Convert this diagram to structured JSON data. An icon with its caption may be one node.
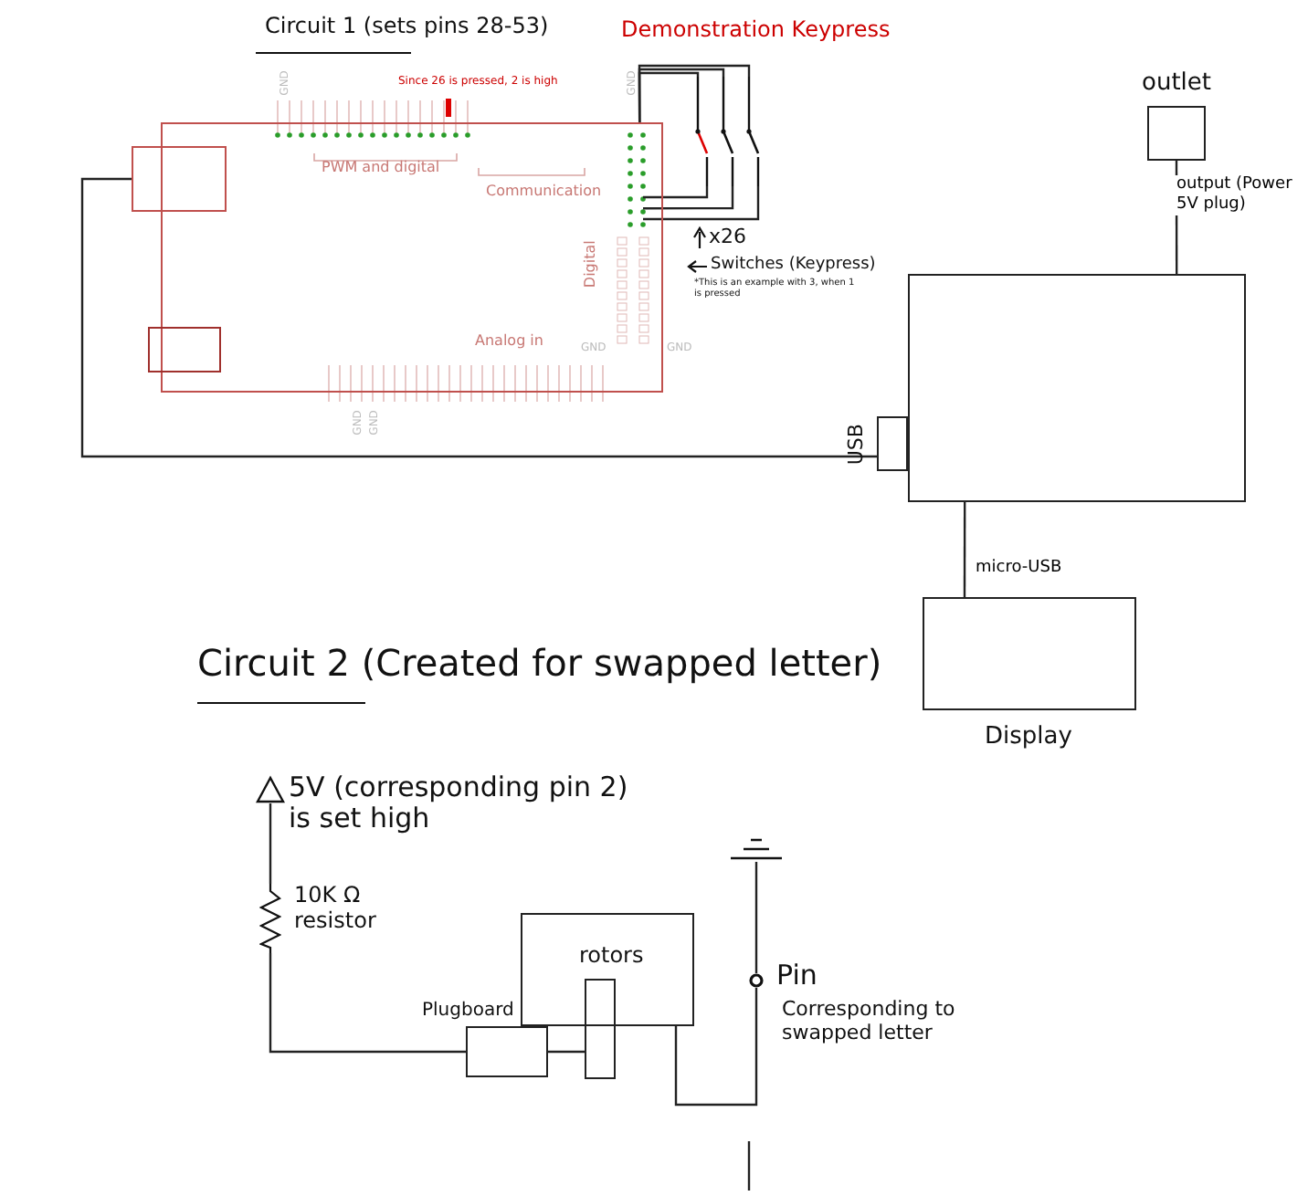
{
  "diagram": {
    "nodes": [
      {
        "text": [],
        "shape": "box"
      },
      {
        "text": [],
        "shape": "box"
      },
      {
        "text": [],
        "shape": "box",
        "in": 0
      },
      {
        "text": [],
        "shape": "switch"
      },
      {
        "text": [],
        "shape": "box"
      },
      {
        "text": [
          "USB"
        ]
      },
      {
        "text": [
          "outlet"
        ]
      },
      {
        "text": [
          "Display"
        ]
      },
      {
        "text": [
          "5V (corresponding pin 2) is set high"
        ]
      },
      {
        "text": [
          "10K Ω resistor"
        ]
      },
      {
        "text": [
          "Plugboard"
        ]
      },
      {
        "text": [
          "rotors"
        ]
      },
      {
        "text": [],
        "shape": "box"
      },
      {
        "text": [
          "Pin",
          "Corresponding to swapped letter"
        ]
      },
      {
        "text": [],
        "shape": "ground"
      }
    ],
    "edges": [
      {
        "from": 0,
        "to": 3,
        "arrow": "none"
      },
      {
        "from": 1,
        "to": 5,
        "arrow": "none"
      },
      {
        "from": 6,
        "to": 4,
        "arrow": "none",
        "label": "output (Power 5V plug)"
      },
      {
        "from": 4,
        "to": 7,
        "arrow": "none",
        "label": "micro-USB"
      },
      {
        "from": 8,
        "to": 9,
        "arrow": "none"
      },
      {
        "from": 9,
        "to": 10,
        "arrow": "none"
      },
      {
        "from": 10,
        "to": 12,
        "arrow": "none"
      },
      {
        "from": 11,
        "to": 13,
        "arrow": "none"
      },
      {
        "from": 13,
        "to": 14,
        "arrow": "none"
      },
      {
        "from": 0,
        "to": 3,
        "arrow": "none"
      },
      {
        "from": 0,
        "to": 3,
        "arrow": "none"
      },
      {
        "from": 0,
        "to": 3,
        "arrow": "none"
      },
      {
        "from": 0,
        "to": 3,
        "arrow": "none"
      },
      {
        "from": 0,
        "to": 3,
        "arrow": "none"
      }
    ],
    "labels": [
      "Circuit 1 (sets pins 28-53)",
      "Demonstration Keypress",
      "Since 26 is pressed, 2 is high",
      "GND",
      "GND",
      "PWM and digital",
      "Communication",
      "Digital",
      "Analog in",
      "GND",
      "GND",
      "GND",
      "GND",
      "x26",
      "Switches (Keypress)",
      "*This is an example with 3, when 1 is pressed",
      "Circuit 2 (Created for swapped letter)"
    ]
  }
}
